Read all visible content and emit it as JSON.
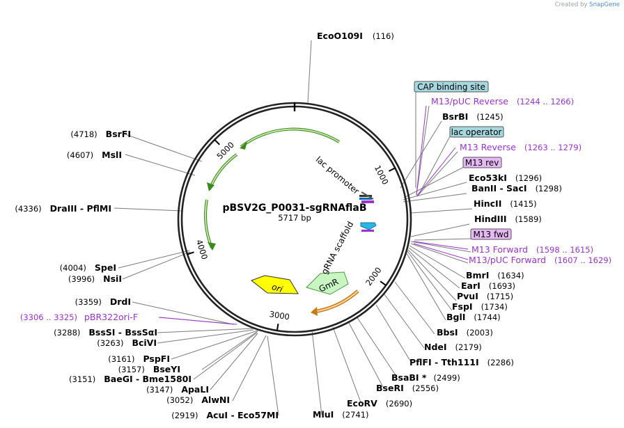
{
  "credit": {
    "prefix": "Created by",
    "brand": "SnapGene"
  },
  "plasmid": {
    "name": "pBSV2G_P0031-sgRNAflaB",
    "length": "5717 bp"
  },
  "ticks": [
    {
      "label": "1000",
      "pos": 1000
    },
    {
      "label": "2000",
      "pos": 2000
    },
    {
      "label": "3000",
      "pos": 3000
    },
    {
      "label": "4000",
      "pos": 4000
    },
    {
      "label": "5000",
      "pos": 5000
    }
  ],
  "features": [
    {
      "name": "ori",
      "type": "ori",
      "color": "#ffff00"
    },
    {
      "name": "GmR",
      "type": "CDS",
      "color": "#c8f5c2"
    },
    {
      "name": "lac promoter",
      "type": "promoter",
      "color": "#ffffff"
    },
    {
      "name": "gRNA scaffold",
      "type": "misc",
      "color": "#ffffff"
    }
  ],
  "boxed_labels": [
    {
      "text": "CAP binding site",
      "color": "#a6d8e0"
    },
    {
      "text": "lac operator",
      "color": "#a6d8e0"
    },
    {
      "text": "M13 rev",
      "color": "#e6b8f5"
    },
    {
      "text": "M13 fwd",
      "color": "#e6b8f5"
    }
  ],
  "primers": [
    {
      "name": "M13/pUC Reverse",
      "range": "(1244 .. 1266)"
    },
    {
      "name": "M13 Reverse",
      "range": "(1263 .. 1279)"
    },
    {
      "name": "M13 Forward",
      "range": "(1598 .. 1615)"
    },
    {
      "name": "M13/pUC Forward",
      "range": "(1607 .. 1629)"
    },
    {
      "name": "pBR322ori-F",
      "range": "(3306 .. 3325)"
    }
  ],
  "enzymes_right": [
    {
      "name": "BsrBI",
      "pos": "(1245)"
    },
    {
      "name": "Eco53kI",
      "pos": "(1296)"
    },
    {
      "name": "BanII  -  SacI",
      "pos": "(1298)"
    },
    {
      "name": "HincII",
      "pos": "(1415)"
    },
    {
      "name": "HindIII",
      "pos": "(1589)"
    },
    {
      "name": "BmrI",
      "pos": "(1634)"
    },
    {
      "name": "EarI",
      "pos": "(1693)"
    },
    {
      "name": "PvuI",
      "pos": "(1715)"
    },
    {
      "name": "FspI",
      "pos": "(1734)"
    },
    {
      "name": "BglI",
      "pos": "(1744)"
    },
    {
      "name": "BbsI",
      "pos": "(2003)"
    },
    {
      "name": "NdeI",
      "pos": "(2179)"
    },
    {
      "name": "PflFI  -  Tth111I",
      "pos": "(2286)"
    },
    {
      "name": "BsaBI *",
      "pos": "(2499)"
    },
    {
      "name": "BseRI",
      "pos": "(2556)"
    },
    {
      "name": "EcoRV",
      "pos": "(2690)"
    },
    {
      "name": "MluI",
      "pos": "(2741)"
    }
  ],
  "enzymes_top": [
    {
      "name": "EcoO109I",
      "pos": "(116)"
    }
  ],
  "enzymes_left": [
    {
      "name": "BsrFI",
      "pos": "(4718)"
    },
    {
      "name": "MslI",
      "pos": "(4607)"
    },
    {
      "name": "DraIII  -  PflMI",
      "pos": "(4336)"
    },
    {
      "name": "SpeI",
      "pos": "(4004)"
    },
    {
      "name": "NsiI",
      "pos": "(3996)"
    },
    {
      "name": "DrdI",
      "pos": "(3359)"
    },
    {
      "name": "BssSI  -  BssSαI",
      "pos": "(3288)"
    },
    {
      "name": "BciVI",
      "pos": "(3263)"
    },
    {
      "name": "PspFI",
      "pos": "(3161)"
    },
    {
      "name": "BseYI",
      "pos": "(3157)"
    },
    {
      "name": "BaeGI  -  Bme1580I",
      "pos": "(3151)"
    },
    {
      "name": "ApaLI",
      "pos": "(3147)"
    },
    {
      "name": "AlwNI",
      "pos": "(3052)"
    },
    {
      "name": "AcuI  -  Eco57MI",
      "pos": "(2919)"
    }
  ]
}
